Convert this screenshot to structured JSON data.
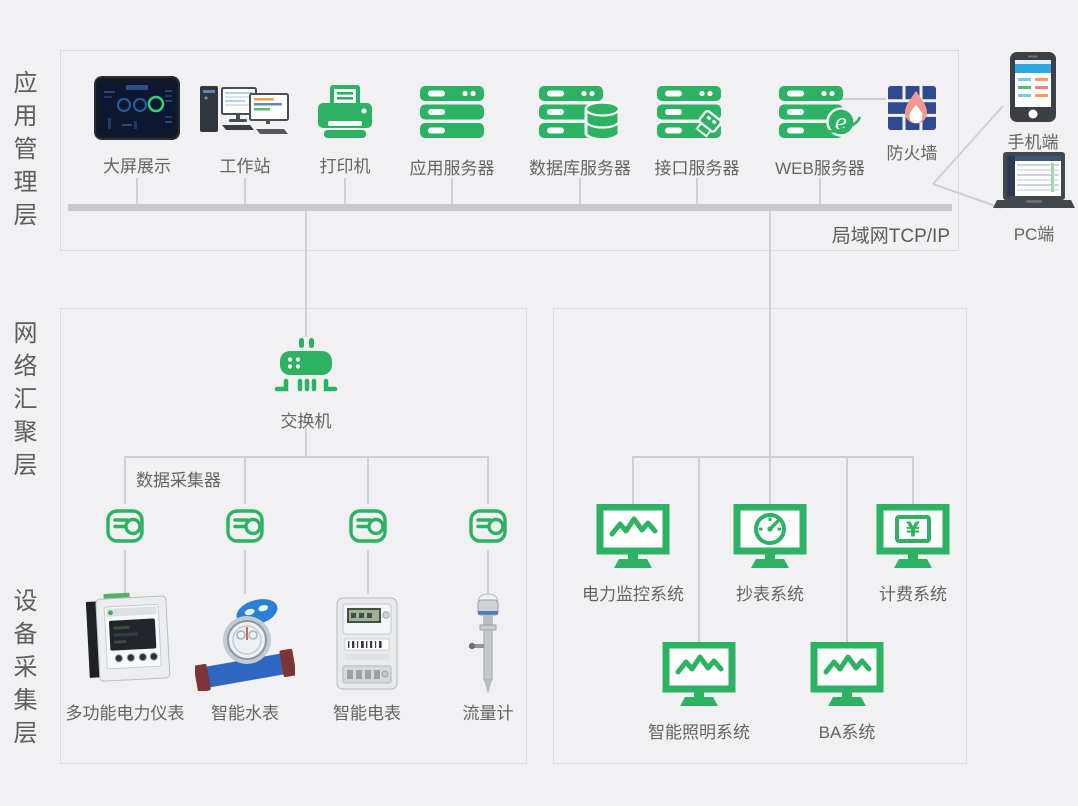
{
  "colors": {
    "accent_green": "#2db162",
    "firewall_blue": "#2d4a8f",
    "flame_salmon": "#f29a92",
    "line_gray": "#cfd0d3",
    "bus_gray": "#c7c8cc",
    "label_gray": "#646464"
  },
  "layers": {
    "application": "应用管理层",
    "network": "网络汇聚层",
    "device": "设备采集层"
  },
  "top_row": {
    "bus_label": "局域网TCP/IP",
    "items": [
      {
        "label": "大屏展示",
        "icon": "dashboard-screen-icon"
      },
      {
        "label": "工作站",
        "icon": "workstation-icon"
      },
      {
        "label": "打印机",
        "icon": "printer-icon"
      },
      {
        "label": "应用服务器",
        "icon": "app-server-icon"
      },
      {
        "label": "数据库服务器",
        "icon": "database-server-icon"
      },
      {
        "label": "接口服务器",
        "icon": "interface-server-icon"
      },
      {
        "label": "WEB服务器",
        "icon": "web-server-icon"
      },
      {
        "label": "防火墙",
        "icon": "firewall-icon"
      }
    ]
  },
  "clients": {
    "mobile": "手机端",
    "pc": "PC端"
  },
  "aggregation": {
    "switch": "交换机",
    "collector_group": "数据采集器"
  },
  "devices": [
    {
      "label": "多功能电力仪表",
      "icon": "power-meter-photo"
    },
    {
      "label": "智能水表",
      "icon": "water-meter-photo"
    },
    {
      "label": "智能电表",
      "icon": "electric-meter-photo"
    },
    {
      "label": "流量计",
      "icon": "flow-meter-photo"
    }
  ],
  "systems": {
    "row1": [
      {
        "label": "电力监控系统",
        "icon": "monitor-waveform-icon"
      },
      {
        "label": "抄表系统",
        "icon": "monitor-gauge-icon"
      },
      {
        "label": "计费系统",
        "icon": "monitor-yen-icon"
      }
    ],
    "row2": [
      {
        "label": "智能照明系统",
        "icon": "monitor-waveform-icon"
      },
      {
        "label": "BA系统",
        "icon": "monitor-waveform-icon"
      }
    ]
  }
}
